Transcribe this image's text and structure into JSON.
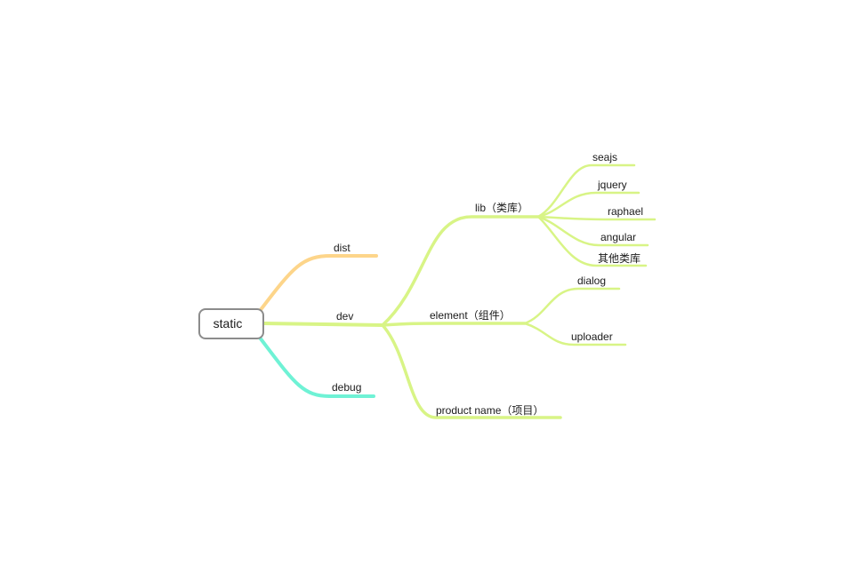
{
  "colors": {
    "root_border": "#8c8c8c",
    "branch_dist": "#fdd58a",
    "branch_dev": "#d8f486",
    "branch_debug": "#6ff2d5",
    "text": "#1a1a1a"
  },
  "map": {
    "root": "static",
    "dist": "dist",
    "dev": "dev",
    "debug": "debug",
    "lib": "lib（类库）",
    "element": "element（组件）",
    "product": "product name（项目）",
    "seajs": "seajs",
    "jquery": "jquery",
    "raphael": "raphael",
    "angular": "angular",
    "other_libs": "其他类库",
    "dialog": "dialog",
    "uploader": "uploader"
  }
}
